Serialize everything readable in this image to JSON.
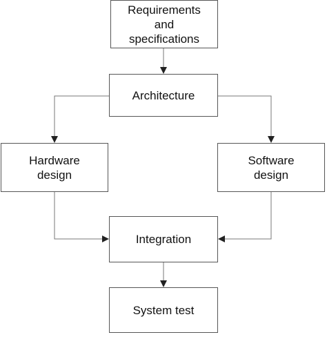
{
  "nodes": {
    "requirements": "Requirements\nand\nspecifications",
    "architecture": "Architecture",
    "hardware": "Hardware\ndesign",
    "software": "Software\ndesign",
    "integration": "Integration",
    "system_test": "System test"
  },
  "colors": {
    "border": "#555555",
    "connector": "#777777",
    "text": "#111111"
  }
}
